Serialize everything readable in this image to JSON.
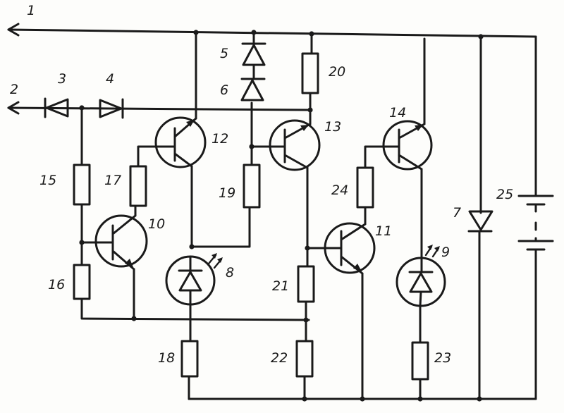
{
  "figure": {
    "terminals": [
      {
        "id": "t1",
        "label": "1"
      },
      {
        "id": "t2",
        "label": "2"
      }
    ],
    "diodes": [
      {
        "id": "d3",
        "label": "3"
      },
      {
        "id": "d4",
        "label": "4"
      },
      {
        "id": "d5",
        "label": "5"
      },
      {
        "id": "d6",
        "label": "6"
      },
      {
        "id": "d7",
        "label": "7"
      }
    ],
    "photodiodes": [
      {
        "id": "pd8",
        "label": "8"
      },
      {
        "id": "pd9",
        "label": "9"
      }
    ],
    "transistors": [
      {
        "id": "q10",
        "label": "10"
      },
      {
        "id": "q11",
        "label": "11"
      },
      {
        "id": "q12",
        "label": "12"
      },
      {
        "id": "q13",
        "label": "13"
      },
      {
        "id": "q14",
        "label": "14"
      }
    ],
    "resistors": [
      {
        "id": "r15",
        "label": "15"
      },
      {
        "id": "r16",
        "label": "16"
      },
      {
        "id": "r17",
        "label": "17"
      },
      {
        "id": "r18",
        "label": "18"
      },
      {
        "id": "r19",
        "label": "19"
      },
      {
        "id": "r20",
        "label": "20"
      },
      {
        "id": "r21",
        "label": "21"
      },
      {
        "id": "r22",
        "label": "22"
      },
      {
        "id": "r23",
        "label": "23"
      },
      {
        "id": "r24",
        "label": "24"
      }
    ],
    "battery": {
      "id": "b25",
      "label": "25"
    }
  }
}
